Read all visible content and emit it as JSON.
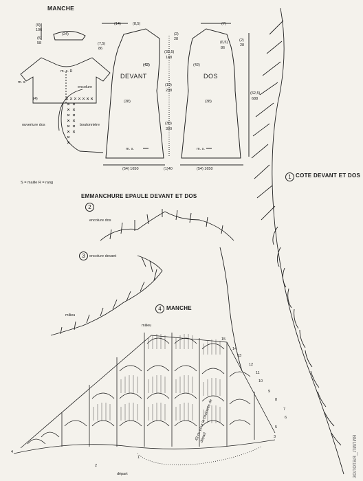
{
  "schema": {
    "manche_title": "MANCHE",
    "sleeve_dims": [
      "(9)",
      "(5)",
      "(24)"
    ],
    "sleeve_counts": [
      "106",
      "58"
    ],
    "ms": "m. s.",
    "ms_r": "m. s. R",
    "encolure": "encolure",
    "ouverture_dos": "ouverture dos",
    "boutonniere": "boutonnière",
    "dim_4": "(4)",
    "legend": "S = maille  R = rang"
  },
  "pieces": {
    "devant": "DEVANT",
    "dos": "DOS",
    "front_top": [
      "(14)",
      "(8,5)",
      "(7,5)",
      "86"
    ],
    "center_dims": [
      "(2)",
      "28",
      "(33,5)",
      "148",
      "(42)",
      "(19)",
      "208",
      "(30)",
      "330"
    ],
    "front_side": [
      "(42)",
      "(38)"
    ],
    "back_top": [
      "(7)",
      "(6,5)",
      "86",
      "(2)",
      "28"
    ],
    "back_side": [
      "(42)",
      "(38)",
      "(62,5)",
      "688"
    ],
    "bottom_front": "(54) 1650",
    "bottom_mid": "(1)40",
    "bottom_back": "(54) 1650"
  },
  "diagrams": {
    "d1_num": "1",
    "d1_label": "COTE DEVANT ET DOS",
    "d2_title": "EMMANCHURE EPAULE DEVANT ET DOS",
    "d2_num": "2",
    "encolure_dos": "encolure dos",
    "d3_num": "3",
    "encolure_devant": "encolure devant",
    "milieu": "milieu",
    "d4_num": "4",
    "d4_title": "MANCHE",
    "milieu2": "milieu",
    "row_numbers": [
      "15",
      "14",
      "13",
      "12",
      "11",
      "10",
      "9",
      "8",
      "7",
      "6",
      "5",
      "4",
      "3",
      "2",
      "1"
    ],
    "depart": "départ",
    "chainette": "43 m. pour la chaînette de départ"
  },
  "watermark": "золотая_лилия",
  "colors": {
    "ink": "#1c1c1c",
    "paper": "#f4f2ec"
  }
}
